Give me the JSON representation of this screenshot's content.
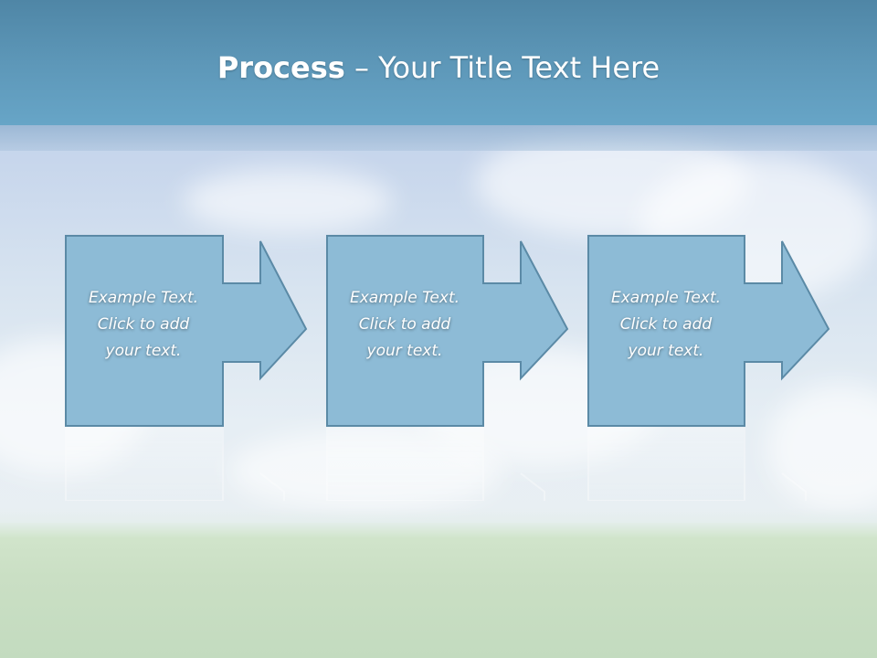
{
  "title": {
    "bold_part": "Process",
    "rest_part": " – Your Title Text Here"
  },
  "steps": [
    {
      "line1": "Example Text.",
      "line2": "Click  to add",
      "line3": "your text."
    },
    {
      "line1": "Example Text.",
      "line2": "Click  to add",
      "line3": "your text."
    },
    {
      "line1": "Example Text.",
      "line2": "Click  to add",
      "line3": "your text."
    }
  ],
  "colors": {
    "header": "#5d97b8",
    "shape_fill": "#8dbbd6",
    "shape_stroke": "#5b8aa6",
    "sky": "#c7d6ec",
    "grass": "#cadfc4"
  }
}
